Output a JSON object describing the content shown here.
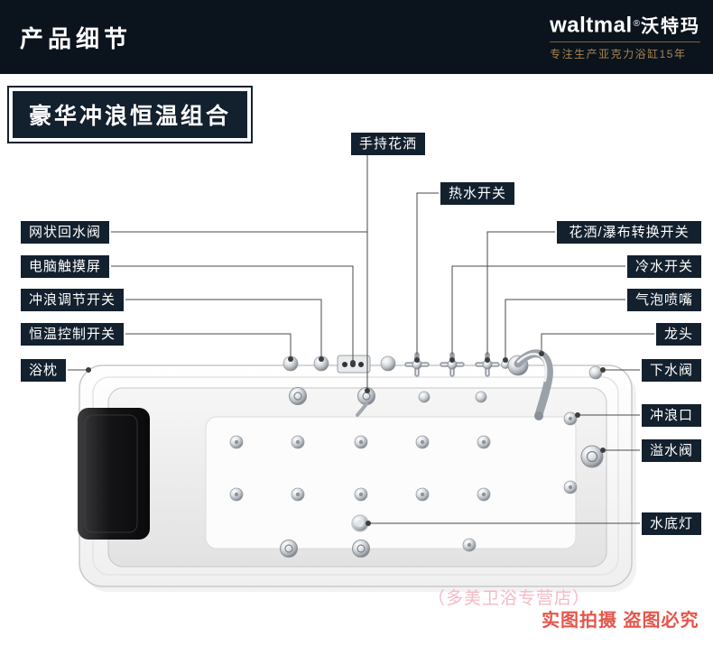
{
  "header": {
    "title": "产品细节",
    "brand": {
      "name": "waltmal",
      "reg_mark": "®",
      "name_cn": "沃特玛",
      "tagline": "专注生产亚克力浴缸15年"
    }
  },
  "product": {
    "title": "豪华冲浪恒温组合"
  },
  "callouts": {
    "handheld_shower": "手持花洒",
    "hot_water_switch": "热水开关",
    "mesh_return_valve": "网状回水阀",
    "computer_touchscreen": "电脑触摸屏",
    "surf_adjust_switch": "冲浪调节开关",
    "thermostat_switch": "恒温控制开关",
    "bath_pillow": "浴枕",
    "shower_waterfall_switch": "花洒/瀑布转换开关",
    "cold_water_switch": "冷水开关",
    "bubble_nozzle": "气泡喷嘴",
    "faucet": "龙头",
    "drain_valve": "下水阀",
    "surf_jet": "冲浪口",
    "overflow_valve": "溢水阀",
    "underwater_light": "水底灯"
  },
  "watermark": {
    "shop": "（多美卫浴专营店）",
    "notice": "实图拍摄  盗图必究"
  },
  "colors": {
    "header_bg": "#0b141d",
    "label_bg": "#13202e",
    "accent_gold": "#a8834e",
    "watermark_pink": "#f5b9c3",
    "watermark_red": "#e2382c"
  }
}
